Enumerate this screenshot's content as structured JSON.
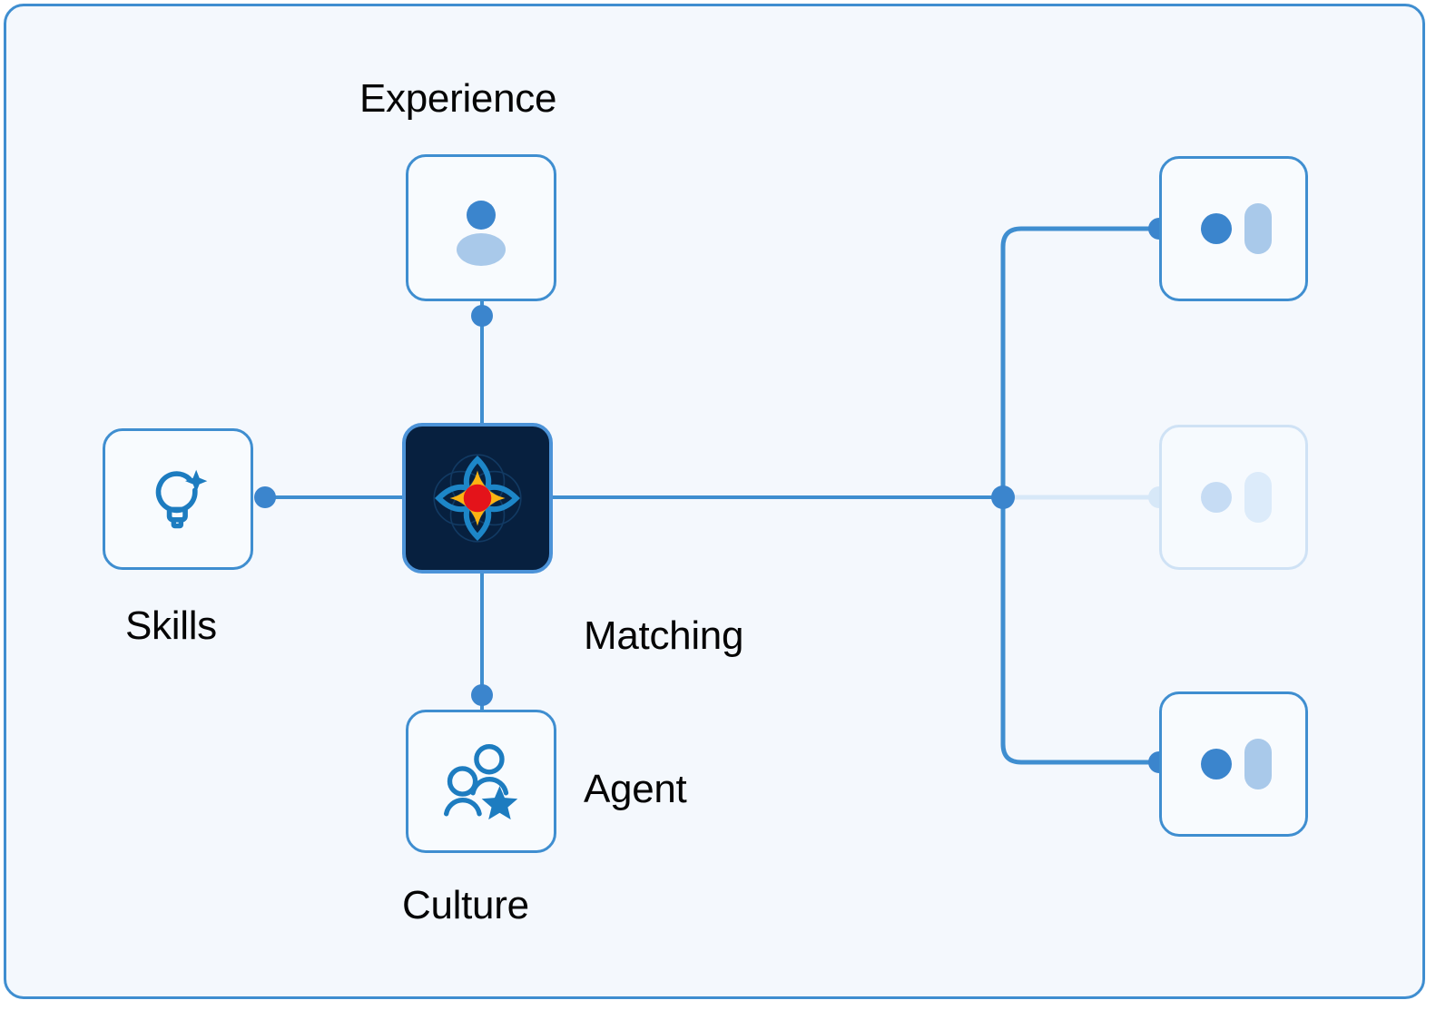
{
  "diagram": {
    "title_center": "Matching Agent",
    "background_color": "#f4f8fd",
    "frame_border_color": "#3f8ed0",
    "accent_blue": "#3f8ed0",
    "node_blue": "#3b85cd",
    "soft_blue": "#a9c9ea",
    "dim_blue": "#cfe2f5",
    "dark_navy": "#07203f",
    "logo_red": "#e4131a",
    "logo_yellow": "#fbb313"
  },
  "center": {
    "label_line1": "Matching",
    "label_line2": "Agent",
    "icon": "matching-agent-logo"
  },
  "inputs": [
    {
      "id": "experience",
      "label": "Experience",
      "icon": "person-avatar-icon",
      "label_position": "above"
    },
    {
      "id": "skills",
      "label": "Skills",
      "icon": "lightbulb-sparkle-icon",
      "label_position": "below"
    },
    {
      "id": "culture",
      "label": "Culture",
      "icon": "people-star-icon",
      "label_position": "below"
    }
  ],
  "outputs": [
    {
      "id": "candidate-1",
      "icon": "candidate-avatar-icon",
      "state": "active"
    },
    {
      "id": "candidate-2",
      "icon": "candidate-avatar-icon",
      "state": "dimmed"
    },
    {
      "id": "candidate-3",
      "icon": "candidate-avatar-icon",
      "state": "active"
    }
  ],
  "connectors": [
    {
      "id": "experience-to-agent",
      "state": "active"
    },
    {
      "id": "skills-to-agent",
      "state": "active"
    },
    {
      "id": "culture-to-agent",
      "state": "active"
    },
    {
      "id": "agent-to-hub",
      "state": "active"
    },
    {
      "id": "hub-to-candidate-1",
      "state": "active"
    },
    {
      "id": "hub-to-candidate-2",
      "state": "dimmed"
    },
    {
      "id": "hub-to-candidate-3",
      "state": "active"
    }
  ]
}
